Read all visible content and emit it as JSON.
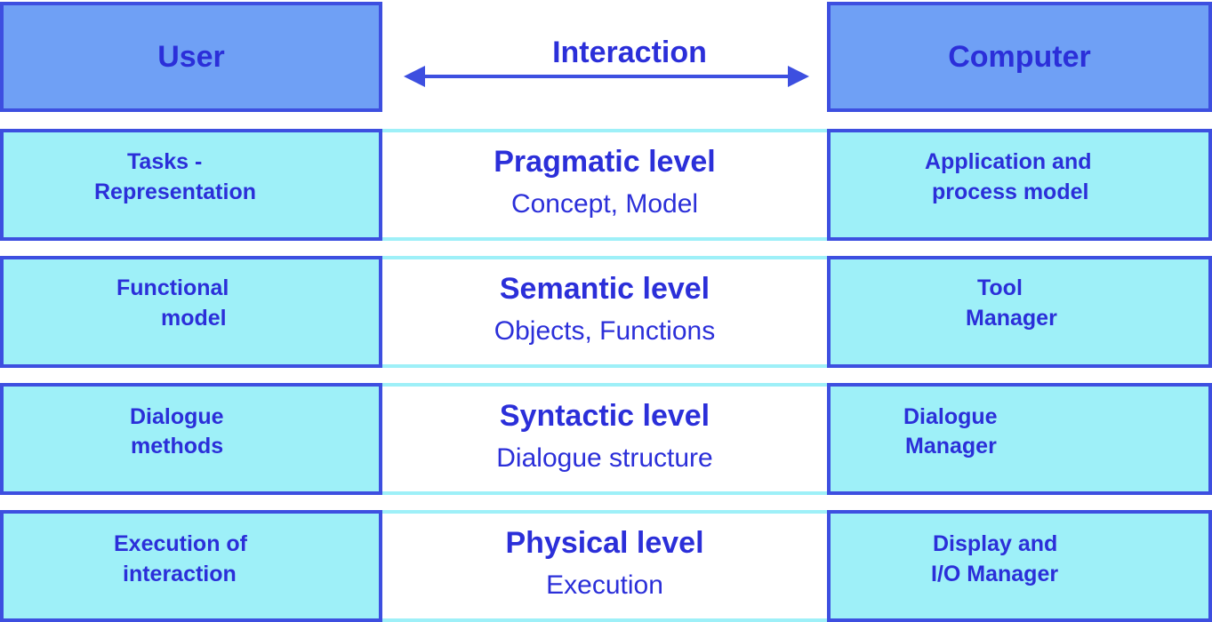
{
  "header": {
    "left": "User",
    "center": "Interaction",
    "right": "Computer"
  },
  "levels": [
    {
      "title": "Pragmatic level",
      "subtitle": "Concept, Model",
      "user_lines": [
        "Tasks -",
        "Representation"
      ],
      "computer_lines": [
        "Application and",
        "process model"
      ]
    },
    {
      "title": "Semantic level",
      "subtitle": "Objects, Functions",
      "user_lines": [
        "Functional",
        "model"
      ],
      "computer_lines": [
        "Tool",
        "Manager"
      ]
    },
    {
      "title": "Syntactic level",
      "subtitle": "Dialogue structure",
      "user_lines": [
        "Dialogue",
        "methods"
      ],
      "computer_lines": [
        "Dialogue",
        "Manager"
      ]
    },
    {
      "title": "Physical level",
      "subtitle": "Execution",
      "user_lines": [
        "Execution of",
        "interaction"
      ],
      "computer_lines": [
        "Display and",
        "I/O Manager"
      ]
    }
  ],
  "colors": {
    "header_fill": "#6fa0f5",
    "level_fill": "#9ef0f8",
    "border": "#3d4fe0",
    "text": "#2b2fd9"
  }
}
